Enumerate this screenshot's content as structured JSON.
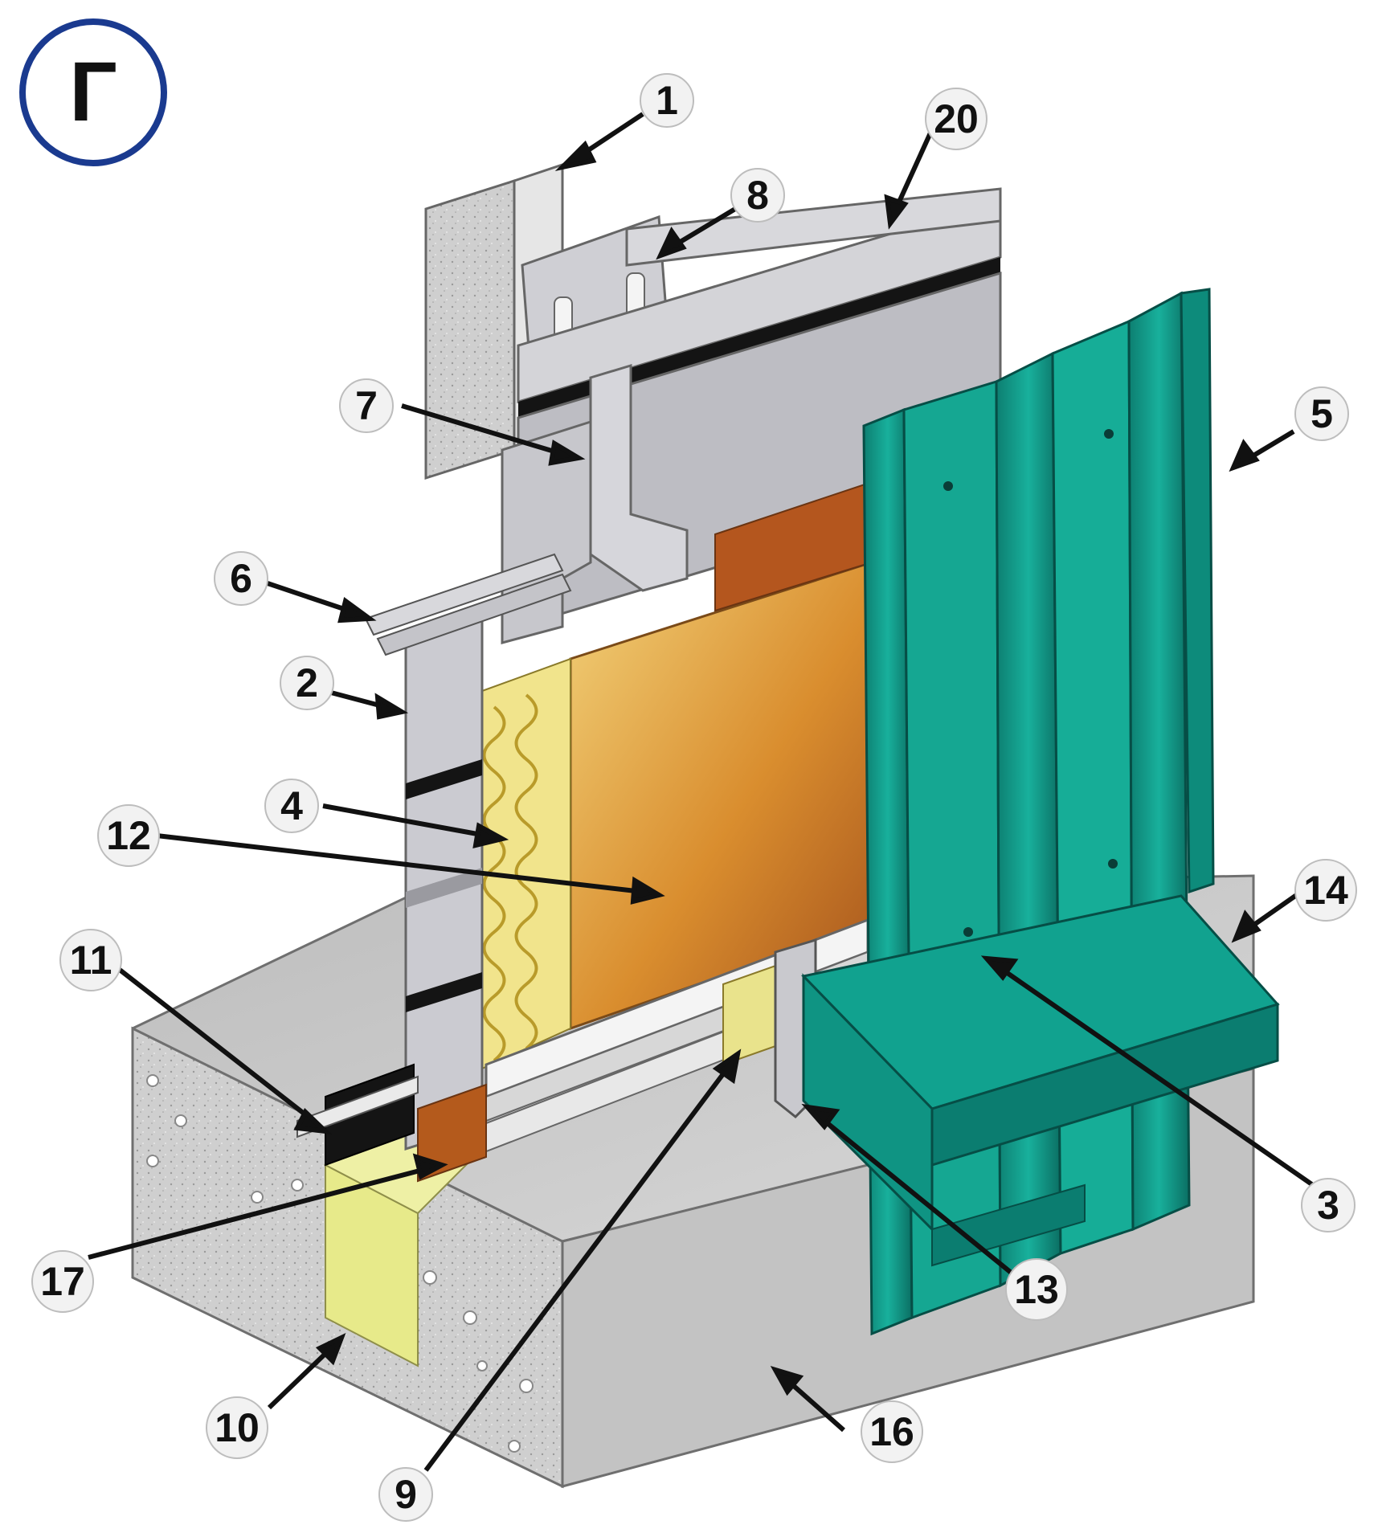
{
  "badge": {
    "letter": "Г"
  },
  "callouts": [
    {
      "id": "1",
      "text": "1"
    },
    {
      "id": "2",
      "text": "2"
    },
    {
      "id": "3",
      "text": "3"
    },
    {
      "id": "4",
      "text": "4"
    },
    {
      "id": "5",
      "text": "5"
    },
    {
      "id": "6",
      "text": "6"
    },
    {
      "id": "7",
      "text": "7"
    },
    {
      "id": "8",
      "text": "8"
    },
    {
      "id": "9",
      "text": "9"
    },
    {
      "id": "10",
      "text": "10"
    },
    {
      "id": "11",
      "text": "11"
    },
    {
      "id": "12",
      "text": "12"
    },
    {
      "id": "13",
      "text": "13"
    },
    {
      "id": "14",
      "text": "14"
    },
    {
      "id": "16",
      "text": "16"
    },
    {
      "id": "17",
      "text": "17"
    },
    {
      "id": "20",
      "text": "20"
    }
  ],
  "colors": {
    "badge_ring": "#1a3a8f",
    "concrete": "#c9c9c9",
    "concrete_dark": "#a9a9a9",
    "steel_light": "#d4d4d8",
    "steel_mid": "#b9b9bf",
    "insulation_yellow": "#f1e48c",
    "board_orange": "#d98d2e",
    "board_dark": "#a4521c",
    "profile_teal": "#12a08e",
    "profile_teal_dark": "#0b6f63",
    "seal_black": "#141414",
    "foam_yellow": "#e7ea8a"
  }
}
